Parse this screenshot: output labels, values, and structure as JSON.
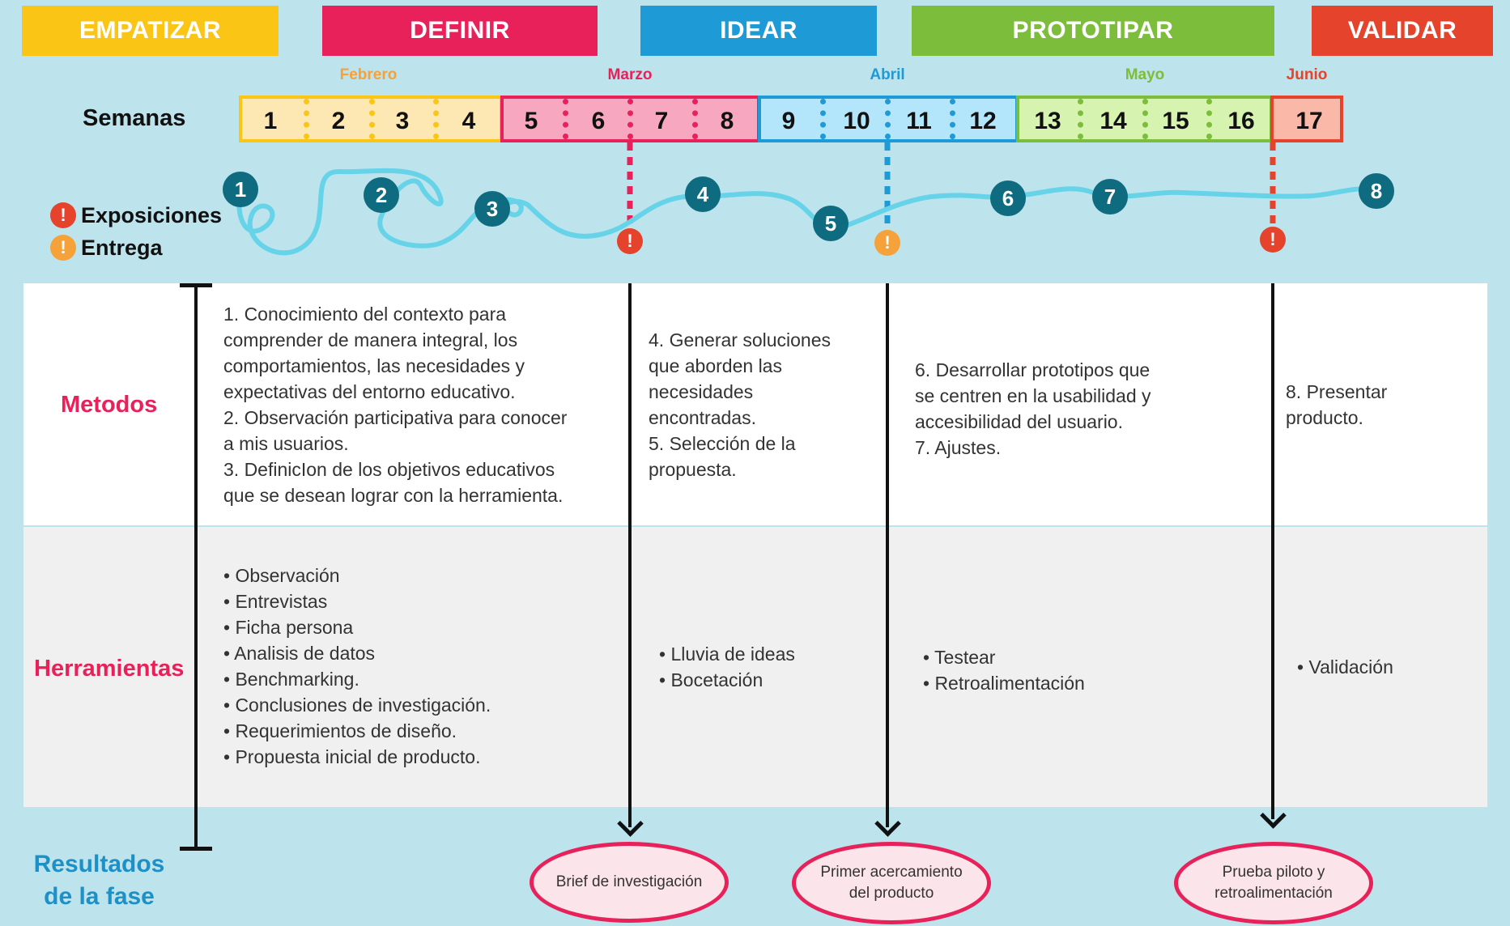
{
  "phases": [
    {
      "label": "EMPATIZAR",
      "color": "#fbc515"
    },
    {
      "label": "DEFINIR",
      "color": "#e8215a"
    },
    {
      "label": "IDEAR",
      "color": "#1e9ad6"
    },
    {
      "label": "PROTOTIPAR",
      "color": "#7cbd3b"
    },
    {
      "label": "VALIDAR",
      "color": "#e5432b"
    }
  ],
  "months": [
    {
      "label": "Febrero",
      "color": "#f5a23a"
    },
    {
      "label": "Marzo",
      "color": "#e8215a"
    },
    {
      "label": "Abril",
      "color": "#1e9ad6"
    },
    {
      "label": "Mayo",
      "color": "#7cbd3b"
    },
    {
      "label": "Junio",
      "color": "#e5432b"
    }
  ],
  "weeks_label": "Semanas",
  "weeks": [
    "1",
    "2",
    "3",
    "4",
    "5",
    "6",
    "7",
    "8",
    "9",
    "10",
    "11",
    "12",
    "13",
    "14",
    "15",
    "16",
    "17"
  ],
  "legend": {
    "exposiciones": "Exposiciones",
    "entrega": "Entrega",
    "mark": "!"
  },
  "milestones": [
    "1",
    "2",
    "3",
    "4",
    "5",
    "6",
    "7",
    "8"
  ],
  "rows": {
    "metodos": "Metodos",
    "herramientas": "Herramientas",
    "resultados": "Resultados de la fase"
  },
  "metodos": {
    "c1": [
      "1. Conocimiento del contexto para",
      "comprender de manera integral, los",
      "comportamientos, las necesidades y",
      "expectativas del entorno educativo.",
      "2. Observación participativa para conocer",
      "a mis usuarios.",
      "3. DefinicIon de los objetivos educativos",
      "que se desean lograr con la herramienta."
    ],
    "c2": [
      "4. Generar soluciones",
      "que aborden las",
      "necesidades",
      "encontradas.",
      "5. Selección de la",
      "propuesta."
    ],
    "c3": [
      "6. Desarrollar prototipos que",
      "se centren en la usabilidad y",
      "accesibilidad del usuario.",
      "7. Ajustes."
    ],
    "c4": [
      "8. Presentar",
      "producto."
    ]
  },
  "herramientas": {
    "c1": [
      "• Observación",
      "• Entrevistas",
      "• Ficha persona",
      "• Analisis de datos",
      "• Benchmarking.",
      "• Conclusiones de investigación.",
      "• Requerimientos de diseño.",
      "• Propuesta inicial de producto."
    ],
    "c2": [
      "• Lluvia de ideas",
      "• Bocetación"
    ],
    "c3": [
      "• Testear",
      "• Retroalimentación"
    ],
    "c4": [
      "• Validación"
    ]
  },
  "resultados": [
    "Brief de investigación",
    "Primer acercamiento del producto",
    "Prueba piloto y retroalimentación"
  ]
}
